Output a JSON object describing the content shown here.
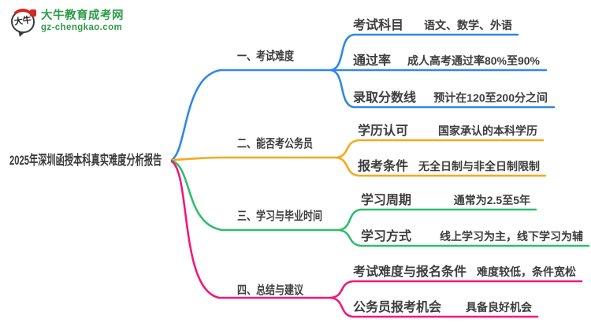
{
  "logo": {
    "icon_text": "大牛",
    "title": "大牛教育成考网",
    "subtitle": "gz-chengkao.com",
    "brand_color": "#2e9b48"
  },
  "center": {
    "title": "2025年深圳函授本科真实难度分析报告"
  },
  "colors": {
    "blue": "#2f88e4",
    "orange": "#f6a81f",
    "green": "#2ebe6e",
    "pink": "#f1187d",
    "text": "#3d3d3d"
  },
  "branches": [
    {
      "label": "一、考试难度",
      "color": "#2f88e4",
      "rows": [
        {
          "label": "考试科目",
          "value": "语文、数学、外语"
        },
        {
          "label": "通过率",
          "value": "成人高考通过率80%至90%"
        },
        {
          "label": "录取分数线",
          "value": "预计在120至200分之间"
        }
      ]
    },
    {
      "label": "二、能否考公务员",
      "color": "#f6a81f",
      "rows": [
        {
          "label": "学历认可",
          "value": "国家承认的本科学历"
        },
        {
          "label": "报考条件",
          "value": "无全日制与非全日制限制"
        }
      ]
    },
    {
      "label": "三、学习与毕业时间",
      "color": "#2ebe6e",
      "rows": [
        {
          "label": "学习周期",
          "value": "通常为2.5至5年"
        },
        {
          "label": "学习方式",
          "value": "线上学习为主，线下学习为辅"
        }
      ]
    },
    {
      "label": "四、总结与建议",
      "color": "#f1187d",
      "rows": [
        {
          "label": "考试难度与报名条件",
          "value": "难度较低，条件宽松"
        },
        {
          "label": "公务员报考机会",
          "value": "具备良好机会"
        }
      ]
    }
  ]
}
